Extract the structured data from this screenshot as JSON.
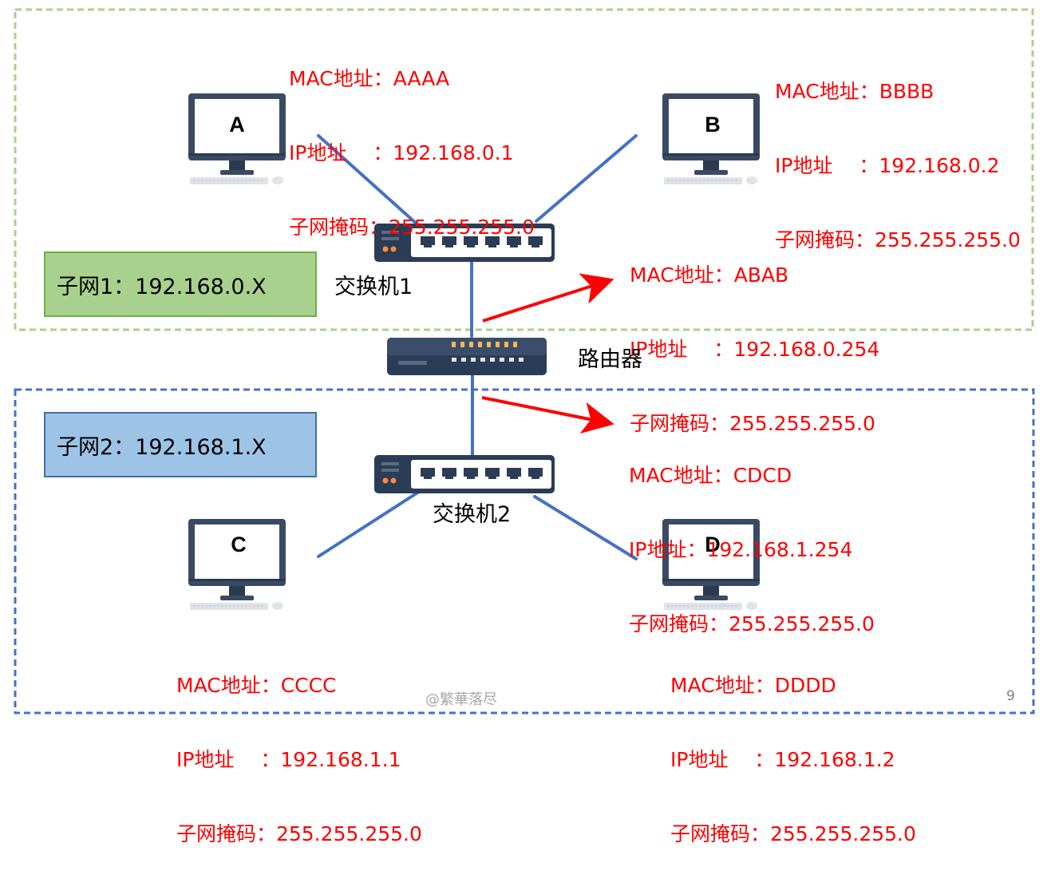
{
  "colors": {
    "subnet1_border": "#a9d18e",
    "subnet2_border": "#4472c4",
    "subnet1_fill": "#a9d18e",
    "subnet2_fill": "#9dc3e6",
    "link": "#4472c4",
    "arrow": "#ff0000",
    "info_text": "#ff0000"
  },
  "hosts": {
    "A": {
      "letter": "A",
      "mac": "MAC地址：AAAA",
      "ip": "IP地址　 ：192.168.0.1",
      "mask": "子网掩码：255.255.255.0"
    },
    "B": {
      "letter": "B",
      "mac": "MAC地址：BBBB",
      "ip": "IP地址　 ：192.168.0.2",
      "mask": "子网掩码：255.255.255.0"
    },
    "C": {
      "letter": "C",
      "mac": "MAC地址：CCCC",
      "ip": "IP地址　 ：192.168.1.1",
      "mask": "子网掩码：255.255.255.0"
    },
    "D": {
      "letter": "D",
      "mac": "MAC地址：DDDD",
      "ip": "IP地址　 ：192.168.1.2",
      "mask": "子网掩码：255.255.255.0"
    }
  },
  "router": {
    "label": "路由器",
    "port1": {
      "mac": "MAC地址：ABAB",
      "ip": "IP地址　 ：192.168.0.254",
      "mask": "子网掩码：255.255.255.0"
    },
    "port2": {
      "mac": "MAC地址：CDCD",
      "ip": "IP地址：192.168.1.254",
      "mask": "子网掩码：255.255.255.0"
    }
  },
  "switches": {
    "switch1": "交换机1",
    "switch2": "交换机2"
  },
  "subnets": {
    "subnet1": "子网1：192.168.0.X",
    "subnet2": "子网2：192.168.1.X"
  },
  "watermark": "@繁華落尽",
  "page_number": "9"
}
